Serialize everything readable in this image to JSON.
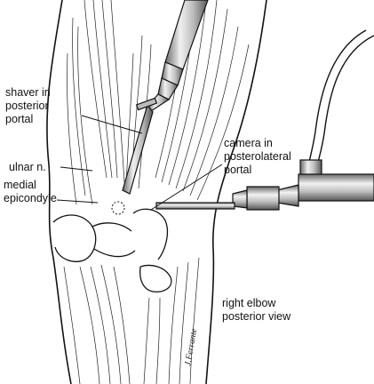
{
  "labels": {
    "shaver": [
      "shaver in",
      "posterior",
      "portal"
    ],
    "ulnar": "ulnar n.",
    "epicondyle": [
      "medial",
      "epicondyle"
    ],
    "camera": [
      "camera in",
      "posterolateral",
      "portal"
    ],
    "view": [
      "right elbow",
      "posterior view"
    ]
  },
  "signature": "J.Ferrante",
  "colors": {
    "ink": "#111111",
    "metal_light": "#e6e6e6",
    "metal_mid": "#a9a9a9",
    "metal_dark": "#5e5e5e"
  }
}
